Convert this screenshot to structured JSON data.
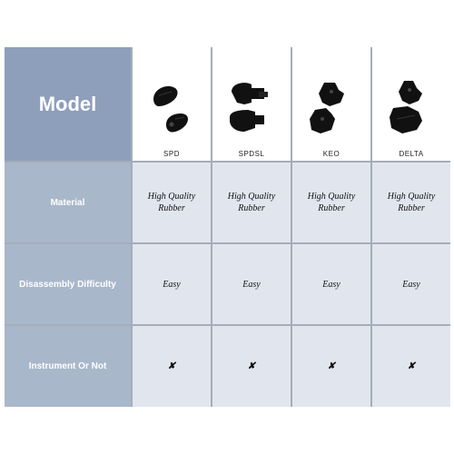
{
  "header": {
    "model_label": "Model",
    "products": [
      {
        "name": "SPD",
        "icon": "spd-cleat-covers-icon"
      },
      {
        "name": "SPDSL",
        "icon": "spdsl-cleat-covers-icon"
      },
      {
        "name": "KEO",
        "icon": "keo-cleat-covers-icon"
      },
      {
        "name": "DELTA",
        "icon": "delta-cleat-covers-icon"
      }
    ]
  },
  "rows": [
    {
      "label": "Material",
      "values": [
        "High Quality Rubber",
        "High Quality Rubber",
        "High Quality Rubber",
        "High Quality Rubber"
      ]
    },
    {
      "label": "Disassembly Difficulty",
      "values": [
        "Easy",
        "Easy",
        "Easy",
        "Easy"
      ]
    },
    {
      "label": "Instrument Or Not",
      "values": [
        "✘",
        "✘",
        "✘",
        "✘"
      ]
    }
  ],
  "colors": {
    "header_model_bg": "#8e9fbb",
    "label_bg": "#a9b7cb",
    "value_bg": "#e1e6ee",
    "grid": "#a4adb9"
  }
}
